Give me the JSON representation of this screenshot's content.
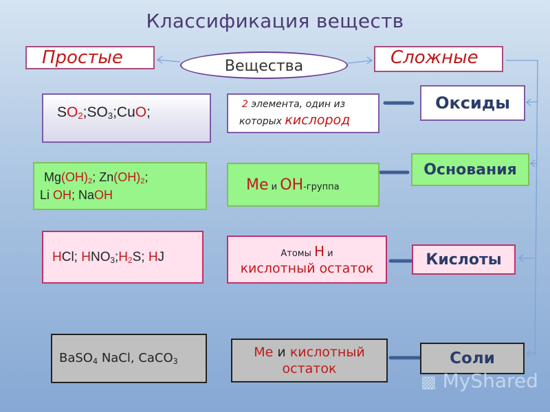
{
  "title": "Классификация веществ",
  "center": "Вещества",
  "simple": "Простые",
  "complex": "Сложные",
  "classes": [
    "Оксиды",
    "Основания",
    "Кислоты",
    "Соли"
  ],
  "oxides": {
    "definition": {
      "a": "2",
      "b": " элемента, один из",
      "c": "которых ",
      "d": "кислород"
    },
    "examples": [
      {
        "t": "S",
        "c": "blk"
      },
      {
        "t": "O",
        "c": "red"
      },
      {
        "t": "2",
        "c": "red",
        "sub": true
      },
      {
        "t": ";",
        "c": "blk"
      },
      {
        "t": "S",
        "c": "blk"
      },
      {
        "t": "O",
        "c": "blk"
      },
      {
        "t": "3",
        "c": "blk",
        "sub": true
      },
      {
        "t": ";",
        "c": "blk"
      },
      {
        "t": "Cu",
        "c": "blk"
      },
      {
        "t": "O",
        "c": "red"
      },
      {
        "t": ";",
        "c": "blk"
      }
    ]
  },
  "bases": {
    "definition": {
      "a": "Me",
      "b": " и ",
      "c": "OH",
      "d": "-группа"
    },
    "examples_line1": [
      {
        "t": "Mg",
        "c": "blk"
      },
      {
        "t": "(OH)",
        "c": "red"
      },
      {
        "t": "2",
        "c": "red",
        "sub": true
      },
      {
        "t": ";  ",
        "c": "blk"
      },
      {
        "t": "Zn",
        "c": "blk"
      },
      {
        "t": "(OH)",
        "c": "red"
      },
      {
        "t": "2",
        "c": "red",
        "sub": true
      },
      {
        "t": ";",
        "c": "blk"
      }
    ],
    "examples_line2": [
      {
        "t": "Li ",
        "c": "blk"
      },
      {
        "t": "OH",
        "c": "red"
      },
      {
        "t": "; Na",
        "c": "blk"
      },
      {
        "t": "OH",
        "c": "red"
      }
    ]
  },
  "acids": {
    "definition": {
      "a": "Атомы ",
      "b": "H",
      "c": " и",
      "d": "кислотный остаток"
    },
    "examples": [
      {
        "t": "H",
        "c": "red"
      },
      {
        "t": "Cl; ",
        "c": "blk"
      },
      {
        "t": "H",
        "c": "red"
      },
      {
        "t": "NO",
        "c": "blk"
      },
      {
        "t": "3",
        "c": "blk",
        "sub": true
      },
      {
        "t": ";",
        "c": "blk"
      },
      {
        "t": "H",
        "c": "red"
      },
      {
        "t": "2",
        "c": "red",
        "sub": true
      },
      {
        "t": "S;  ",
        "c": "blk"
      },
      {
        "t": "H",
        "c": "red"
      },
      {
        "t": "J",
        "c": "blk"
      }
    ]
  },
  "salts": {
    "definition": {
      "a": "Me",
      "b": " и ",
      "c": "кислотный",
      "d": "остаток"
    },
    "examples": [
      {
        "t": "BaSO",
        "c": "blk"
      },
      {
        "t": "4",
        "c": "blk",
        "sub": true
      },
      {
        "t": " NaCl, CaCO",
        "c": "blk"
      },
      {
        "t": "3",
        "c": "blk",
        "sub": true
      }
    ]
  },
  "watermark": "MyShared",
  "colors": {
    "oxides_border": "#7d5ba6",
    "bases_fill": "#97f58a",
    "bases_border": "#7fbf5a",
    "acids_fill": "#ffe2ee",
    "acids_border": "#c0306a",
    "salts_fill": "#c0c0c0",
    "salts_border": "#222222",
    "arrow": "#3d5f92",
    "connector": "#7aa3d8"
  }
}
